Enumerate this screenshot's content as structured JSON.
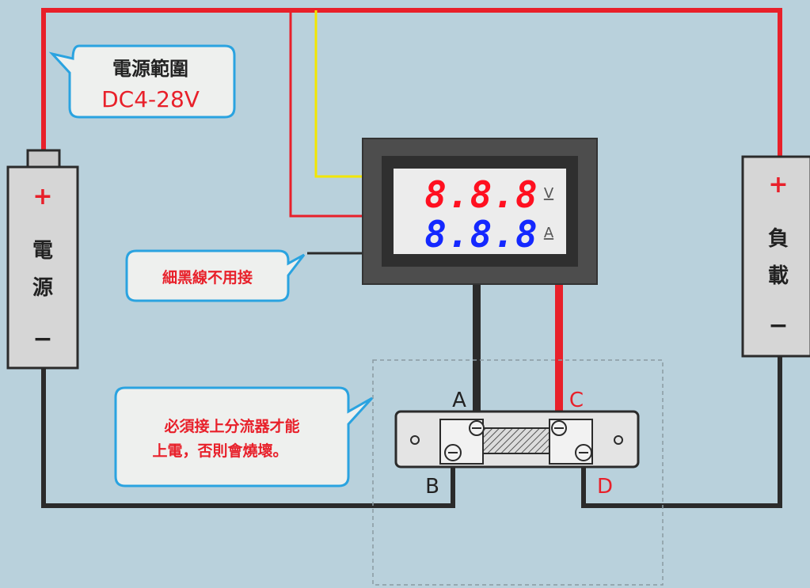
{
  "colors": {
    "background": "#b9d1dc",
    "wire_red": "#e8202a",
    "wire_black": "#2b2b2b",
    "wire_yellow": "#f2e600",
    "callout_border": "#2aa3e0",
    "display_red": "#ff1020",
    "display_blue": "#1428ff"
  },
  "power_callout": {
    "title": "電源範圍",
    "range": "DC4-28V"
  },
  "battery": {
    "plus": "+",
    "label_line1": "電",
    "label_line2": "源",
    "minus": "−"
  },
  "load": {
    "plus": "+",
    "label_line1": "負",
    "label_line2": "載",
    "minus": "−"
  },
  "meter": {
    "volt_reading": "8.8.8",
    "volt_unit": "V",
    "amp_reading": "8.8.8",
    "amp_unit": "A"
  },
  "black_wire_callout": {
    "text": "細黑線不用接"
  },
  "shunt_callout": {
    "line1": "必須接上分流器才能",
    "line2": "上電，否則會燒壞。"
  },
  "terminals": {
    "a": "A",
    "b": "B",
    "c": "C",
    "d": "D"
  }
}
